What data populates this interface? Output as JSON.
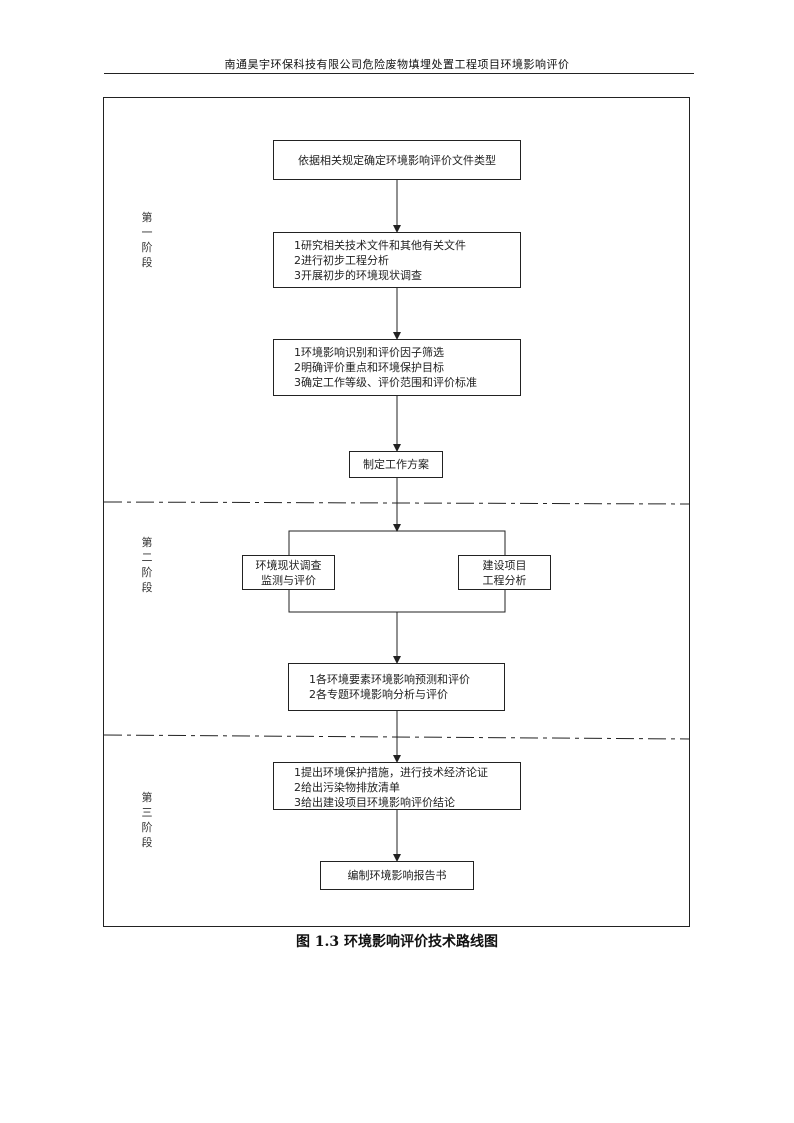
{
  "header": {
    "title": "南通昊宇环保科技有限公司危险废物填埋处置工程项目环境影响评价"
  },
  "stages": [
    {
      "chars": [
        "第",
        "一",
        "阶",
        "段"
      ]
    },
    {
      "chars": [
        "第",
        "二",
        "阶",
        "段"
      ]
    },
    {
      "chars": [
        "第",
        "三",
        "阶",
        "段"
      ]
    }
  ],
  "boxes": {
    "determine_type": "依据相关规定确定环境影响评价文件类型",
    "study": [
      "1研究相关技术文件和其他有关文件",
      "2进行初步工程分析",
      "3开展初步的环境现状调查"
    ],
    "screening": [
      "1环境影响识别和评价因子筛选",
      "2明确评价重点和环境保护目标",
      "3确定工作等级、评价范围和评价标准"
    ],
    "work_plan": "制定工作方案",
    "status_survey": [
      "环境现状调查",
      "监测与评价"
    ],
    "project_analysis": [
      "建设项目",
      "工程分析"
    ],
    "prediction": [
      "1各环境要素环境影响预测和评价",
      "2各专题环境影响分析与评价"
    ],
    "measures": [
      "1提出环境保护措施，进行技术经济论证",
      "2给出污染物排放清单",
      "3给出建设项目环境影响评价结论"
    ],
    "report": "编制环境影响报告书"
  },
  "caption": "图 1.3  环境影响评价技术路线图"
}
